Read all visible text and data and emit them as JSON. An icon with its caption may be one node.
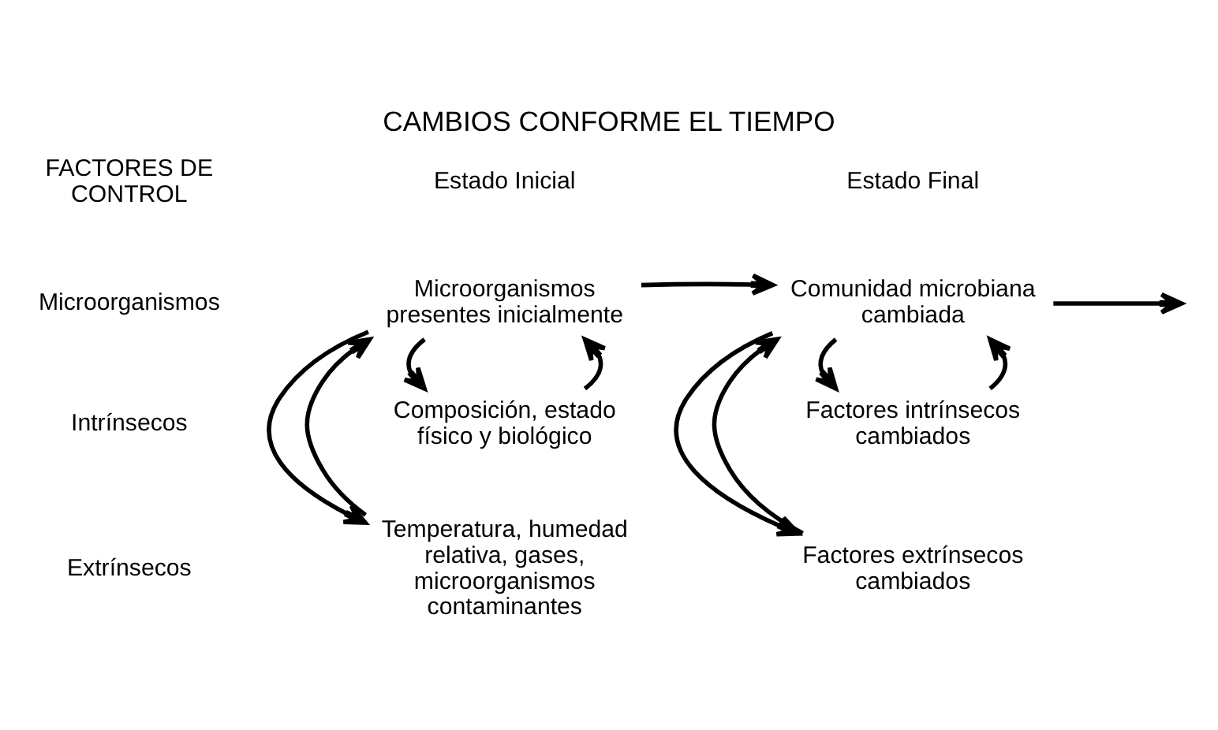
{
  "diagram": {
    "title": "CAMBIOS CONFORME EL TIEMPO",
    "nodes": [
      {
        "text": [
          "Temperatura, humedad relativa, gases, microorganismos contaminantes"
        ]
      },
      {
        "text": [
          "Microorganismos presentes inicialmente"
        ]
      },
      {
        "text": [
          "Composición, estado físico y biológico"
        ]
      },
      {
        "text": [
          "Factores extrínsecos cambiados"
        ]
      },
      {
        "text": [
          "Comunidad microbiana cambiada"
        ]
      },
      {
        "text": [
          "Factores intrínsecos cambiados"
        ]
      }
    ],
    "edges": [
      {
        "from": 0,
        "to": 1,
        "arrow": "to"
      },
      {
        "from": 1,
        "to": 0,
        "arrow": "to"
      },
      {
        "from": 2,
        "to": 1,
        "arrow": "to"
      },
      {
        "from": 1,
        "to": 2,
        "arrow": "to"
      },
      {
        "from": 1,
        "to": 4,
        "arrow": "to"
      },
      {
        "from": 3,
        "to": 4,
        "arrow": "to"
      },
      {
        "from": 4,
        "to": 3,
        "arrow": "to"
      },
      {
        "from": 5,
        "to": 4,
        "arrow": "to"
      },
      {
        "from": 4,
        "to": 5,
        "arrow": "to"
      },
      {
        "from": 4,
        "to": null,
        "arrow": "to"
      }
    ],
    "labels": [
      "FACTORES DE CONTROL",
      "Estado Inicial",
      "Estado Final",
      "Extrínsecos",
      "Microorganismos",
      "Intrínsecos"
    ]
  }
}
